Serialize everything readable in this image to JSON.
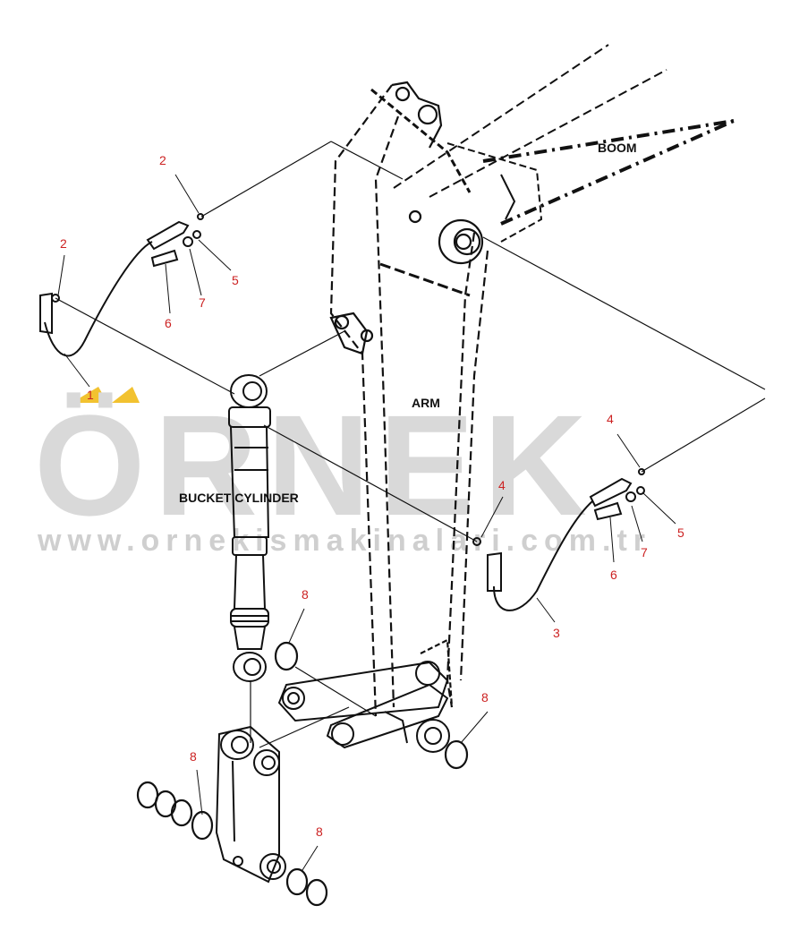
{
  "labels": {
    "boom": "BOOM",
    "arm": "ARM",
    "bucket_cylinder": "BUCKET CYLINDER"
  },
  "watermark": {
    "brand": "ÖRNEK",
    "url": "www.ornekismakinalari.com.tr"
  },
  "callouts": [
    {
      "id": "c1",
      "text": "1"
    },
    {
      "id": "c2a",
      "text": "2"
    },
    {
      "id": "c2b",
      "text": "2"
    },
    {
      "id": "c3",
      "text": "3"
    },
    {
      "id": "c4a",
      "text": "4"
    },
    {
      "id": "c4b",
      "text": "4"
    },
    {
      "id": "c5a",
      "text": "5"
    },
    {
      "id": "c5b",
      "text": "5"
    },
    {
      "id": "c6a",
      "text": "6"
    },
    {
      "id": "c6b",
      "text": "6"
    },
    {
      "id": "c7a",
      "text": "7"
    },
    {
      "id": "c7b",
      "text": "7"
    },
    {
      "id": "c8a",
      "text": "8"
    },
    {
      "id": "c8b",
      "text": "8"
    },
    {
      "id": "c8c",
      "text": "8"
    },
    {
      "id": "c8d",
      "text": "8"
    }
  ],
  "colors": {
    "line": "#111111",
    "callout": "#cc2222",
    "watermark": "#d9d9d9",
    "watermark_accent": "#f2c230"
  }
}
